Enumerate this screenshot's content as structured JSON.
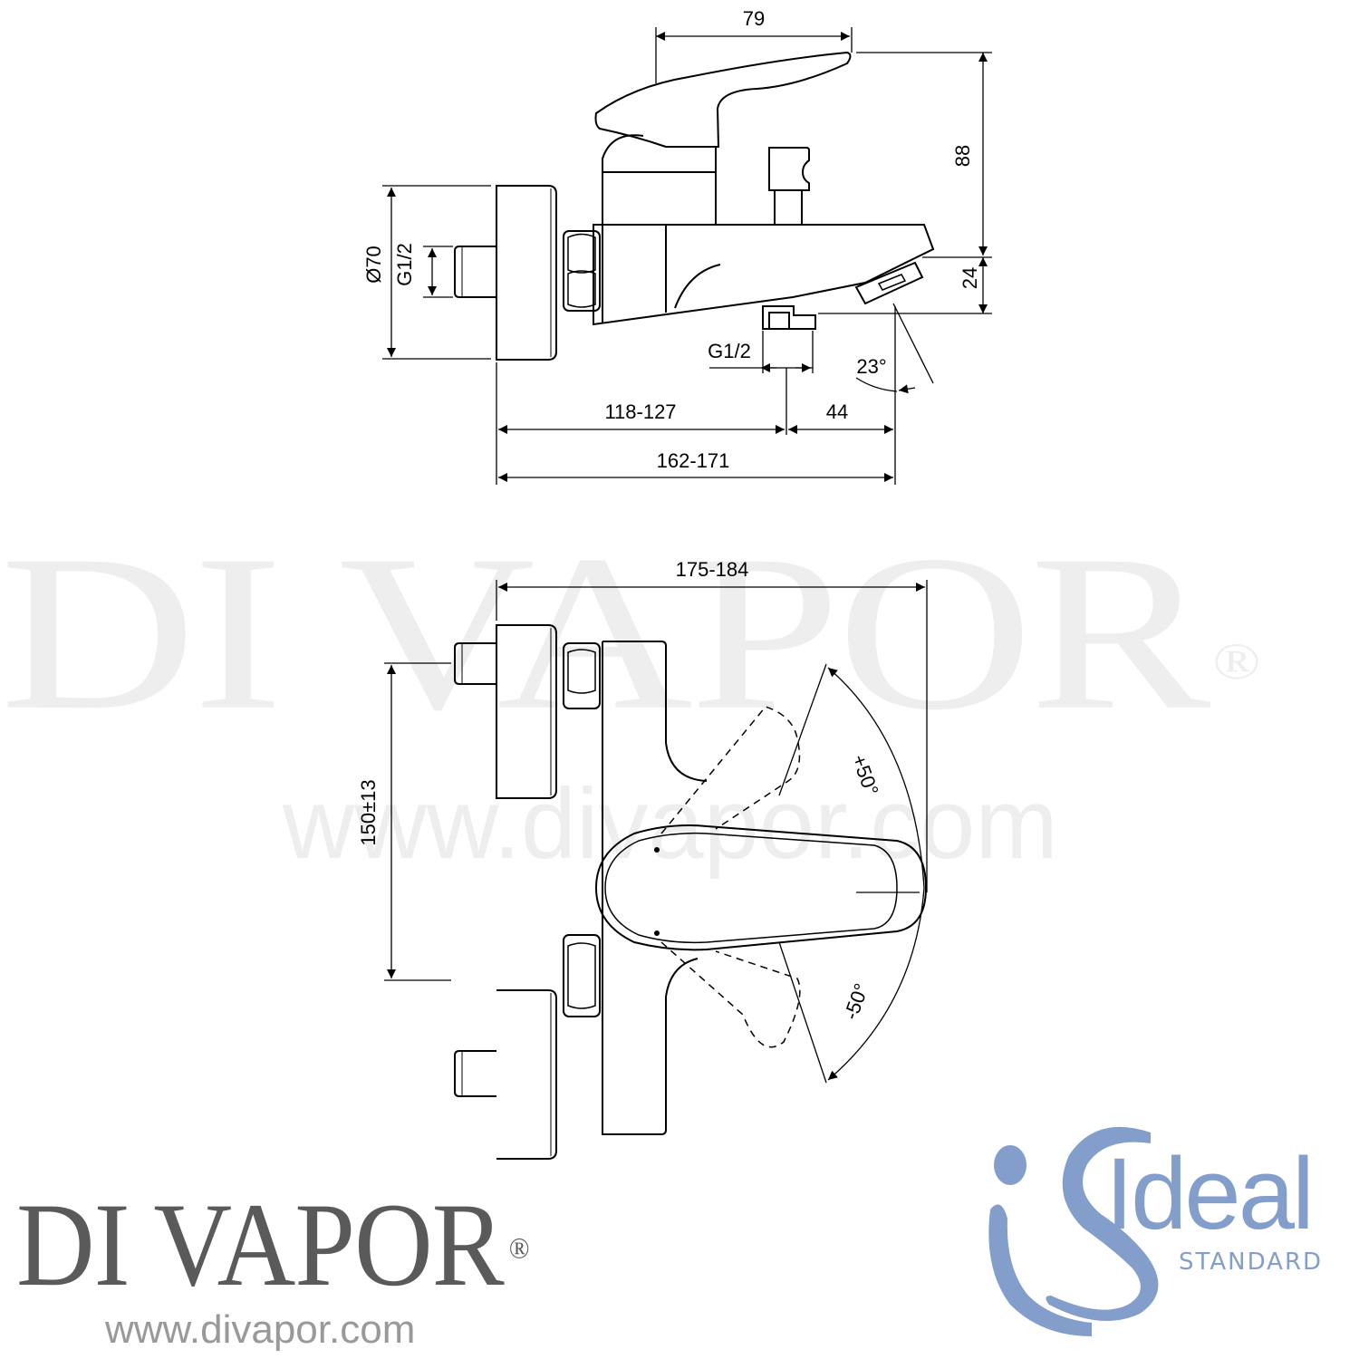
{
  "watermark": {
    "text": "DI VAPOR",
    "registered": "®",
    "url": "www.divapor.com"
  },
  "diagram": {
    "type": "technical-dimension-drawing",
    "subject": "wall-mounted single lever bath mixer",
    "side_view": {
      "dimensions": {
        "lever_reach": "79",
        "height_to_spout": "88",
        "spout_outlet": "24",
        "rosette_diameter": "Ø70",
        "inlet_thread": "G1/2",
        "outlet_thread": "G1/2",
        "spout_angle": "23°",
        "wall_to_outlet": "118-127",
        "outlet_to_spout": "44",
        "total_projection": "162-171"
      }
    },
    "front_view": {
      "dimensions": {
        "total_width": "175-184",
        "inlet_centres": "150±13",
        "lever_up": "+50°",
        "lever_down": "-50°"
      }
    }
  },
  "branding": {
    "retailer": "DI VAPOR",
    "retailer_registered": "®",
    "retailer_url": "www.divapor.com",
    "manufacturer_word": "Ideal",
    "manufacturer_sub": "STANDARD",
    "manufacturer_color": "#849ecb"
  }
}
